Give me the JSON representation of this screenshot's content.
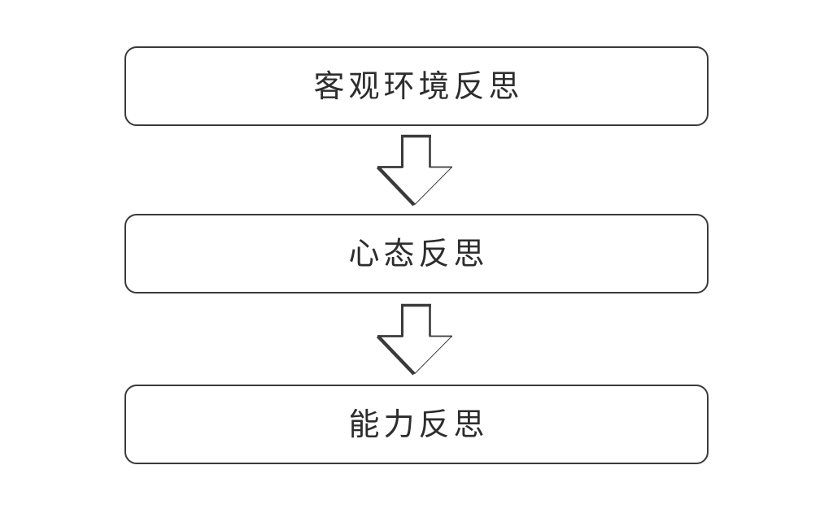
{
  "diagram": {
    "type": "flowchart",
    "direction": "top-down",
    "nodes": [
      {
        "id": "objective-environment-reflection",
        "label": "客观环境反思"
      },
      {
        "id": "mindset-reflection",
        "label": "心态反思"
      },
      {
        "id": "ability-reflection",
        "label": "能力反思"
      }
    ],
    "edges": [
      {
        "from": 0,
        "to": 1,
        "connector": "down-block-arrow"
      },
      {
        "from": 1,
        "to": 2,
        "connector": "down-block-arrow"
      }
    ],
    "colors": {
      "background": "#ffffff",
      "node_fill": "#ffffff",
      "node_border": "#3a3a3a",
      "text": "#2d2d2d",
      "arrow_stroke": "#3a3a3a"
    }
  }
}
